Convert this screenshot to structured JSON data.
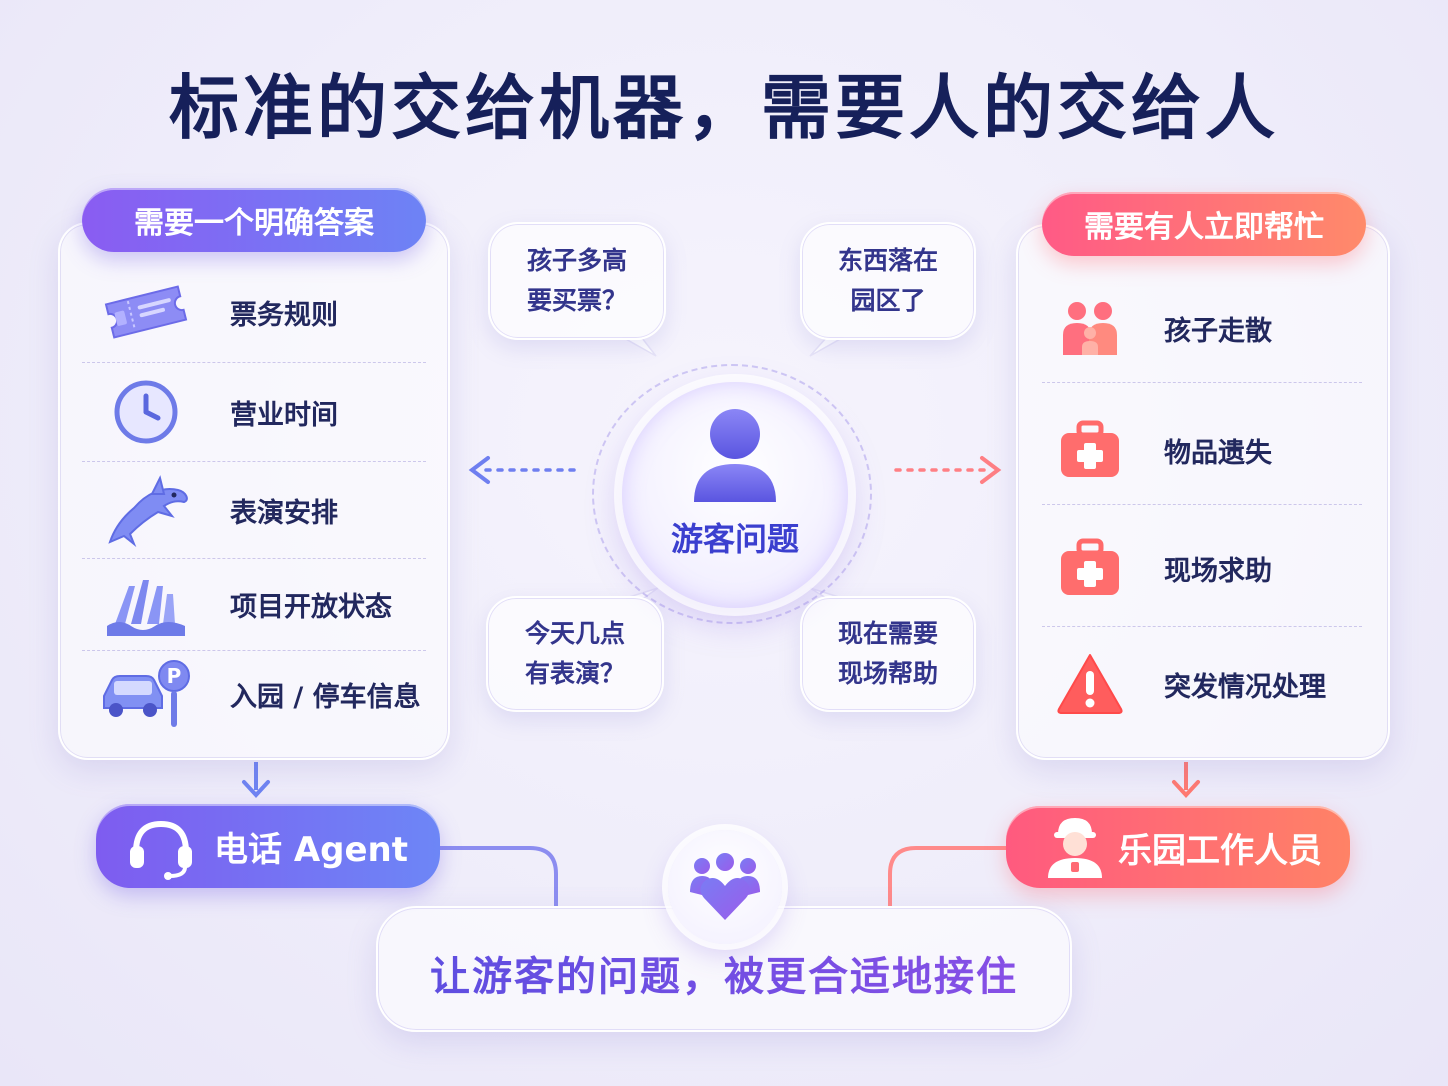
{
  "title": "标准的交给机器，需要人的交给人",
  "left": {
    "header": "需要一个明确答案",
    "items": [
      {
        "label": "票务规则",
        "icon": "ticket-icon"
      },
      {
        "label": "营业时间",
        "icon": "clock-icon"
      },
      {
        "label": "表演安排",
        "icon": "dolphin-icon"
      },
      {
        "label": "项目开放状态",
        "icon": "water-ride-icon"
      },
      {
        "label": "入园 / 停车信息",
        "icon": "car-parking-icon"
      }
    ],
    "target": "电话 Agent"
  },
  "right": {
    "header": "需要有人立即帮忙",
    "items": [
      {
        "label": "孩子走散",
        "icon": "family-icon"
      },
      {
        "label": "物品遗失",
        "icon": "first-aid-kit-icon"
      },
      {
        "label": "现场求助",
        "icon": "first-aid-kit-icon"
      },
      {
        "label": "突发情况处理",
        "icon": "warning-icon"
      }
    ],
    "target": "乐园工作人员"
  },
  "center": {
    "label": "游客问题",
    "bubbles": [
      {
        "line1": "孩子多高",
        "line2": "要买票？"
      },
      {
        "line1": "东西落在",
        "line2": "园区了"
      },
      {
        "line1": "今天几点",
        "line2": "有表演？"
      },
      {
        "line1": "现在需要",
        "line2": "现场帮助"
      }
    ]
  },
  "bottom": {
    "text": "让游客的问题，被更合适地接住"
  },
  "colors": {
    "purple": "#7e5cf0",
    "blue": "#6d86f6",
    "pink": "#ff5a7f",
    "coral": "#ff8266",
    "navy": "#16205a"
  }
}
